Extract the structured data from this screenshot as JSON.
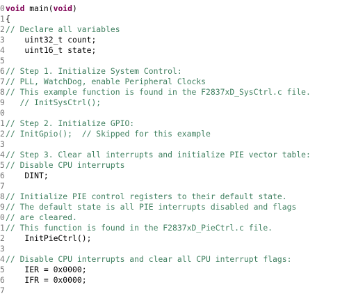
{
  "editor": {
    "lines": [
      {
        "num": "0",
        "parts": [
          {
            "t": "void",
            "c": "kw"
          },
          {
            "t": " main(",
            "c": "plain"
          },
          {
            "t": "void",
            "c": "kw"
          },
          {
            "t": ")",
            "c": "plain"
          }
        ]
      },
      {
        "num": "1",
        "parts": [
          {
            "t": "{",
            "c": "plain"
          }
        ]
      },
      {
        "num": "2",
        "parts": [
          {
            "t": "// Declare all variables",
            "c": "cm"
          }
        ]
      },
      {
        "num": "3",
        "parts": [
          {
            "t": "    uint32_t count;",
            "c": "plain"
          }
        ]
      },
      {
        "num": "4",
        "parts": [
          {
            "t": "    uint16_t state;",
            "c": "plain"
          }
        ]
      },
      {
        "num": "5",
        "parts": []
      },
      {
        "num": "6",
        "parts": [
          {
            "t": "// Step 1. Initialize System Control:",
            "c": "cm"
          }
        ]
      },
      {
        "num": "7",
        "parts": [
          {
            "t": "// PLL, WatchDog, enable Peripheral Clocks",
            "c": "cm"
          }
        ]
      },
      {
        "num": "8",
        "parts": [
          {
            "t": "// This example function is found in the F2837xD_SysCtrl.c file.",
            "c": "cm"
          }
        ]
      },
      {
        "num": "9",
        "parts": [
          {
            "t": "   // InitSysCtrl();",
            "c": "cm"
          }
        ]
      },
      {
        "num": "0",
        "parts": []
      },
      {
        "num": "1",
        "parts": [
          {
            "t": "// Step 2. Initialize GPIO:",
            "c": "cm"
          }
        ]
      },
      {
        "num": "2",
        "parts": [
          {
            "t": "// InitGpio();  // Skipped for this example",
            "c": "cm"
          }
        ]
      },
      {
        "num": "3",
        "parts": []
      },
      {
        "num": "4",
        "parts": [
          {
            "t": "// Step 3. Clear all interrupts and initialize PIE vector table:",
            "c": "cm"
          }
        ]
      },
      {
        "num": "5",
        "parts": [
          {
            "t": "// Disable CPU interrupts",
            "c": "cm"
          }
        ]
      },
      {
        "num": "6",
        "parts": [
          {
            "t": "    DINT;",
            "c": "plain"
          }
        ]
      },
      {
        "num": "7",
        "parts": []
      },
      {
        "num": "8",
        "parts": [
          {
            "t": "// Initialize PIE control registers to their default state.",
            "c": "cm"
          }
        ]
      },
      {
        "num": "9",
        "parts": [
          {
            "t": "// The default state is all PIE interrupts disabled and flags",
            "c": "cm"
          }
        ]
      },
      {
        "num": "0",
        "parts": [
          {
            "t": "// are cleared.",
            "c": "cm"
          }
        ]
      },
      {
        "num": "1",
        "parts": [
          {
            "t": "// This function is found in the F2837xD_PieCtrl.c file.",
            "c": "cm"
          }
        ]
      },
      {
        "num": "2",
        "parts": [
          {
            "t": "    InitPieCtrl();",
            "c": "plain"
          }
        ]
      },
      {
        "num": "3",
        "parts": []
      },
      {
        "num": "4",
        "parts": [
          {
            "t": "// Disable CPU interrupts and clear all CPU interrupt flags:",
            "c": "cm"
          }
        ]
      },
      {
        "num": "5",
        "parts": [
          {
            "t": "    IER = 0x0000;",
            "c": "plain"
          }
        ]
      },
      {
        "num": "6",
        "parts": [
          {
            "t": "    IFR = 0x0000;",
            "c": "plain"
          }
        ]
      },
      {
        "num": "7",
        "parts": []
      }
    ]
  },
  "colors": {
    "keyword": "#7f0055",
    "comment": "#3f7f5f",
    "line_number": "#787878",
    "background": "#ffffff"
  }
}
